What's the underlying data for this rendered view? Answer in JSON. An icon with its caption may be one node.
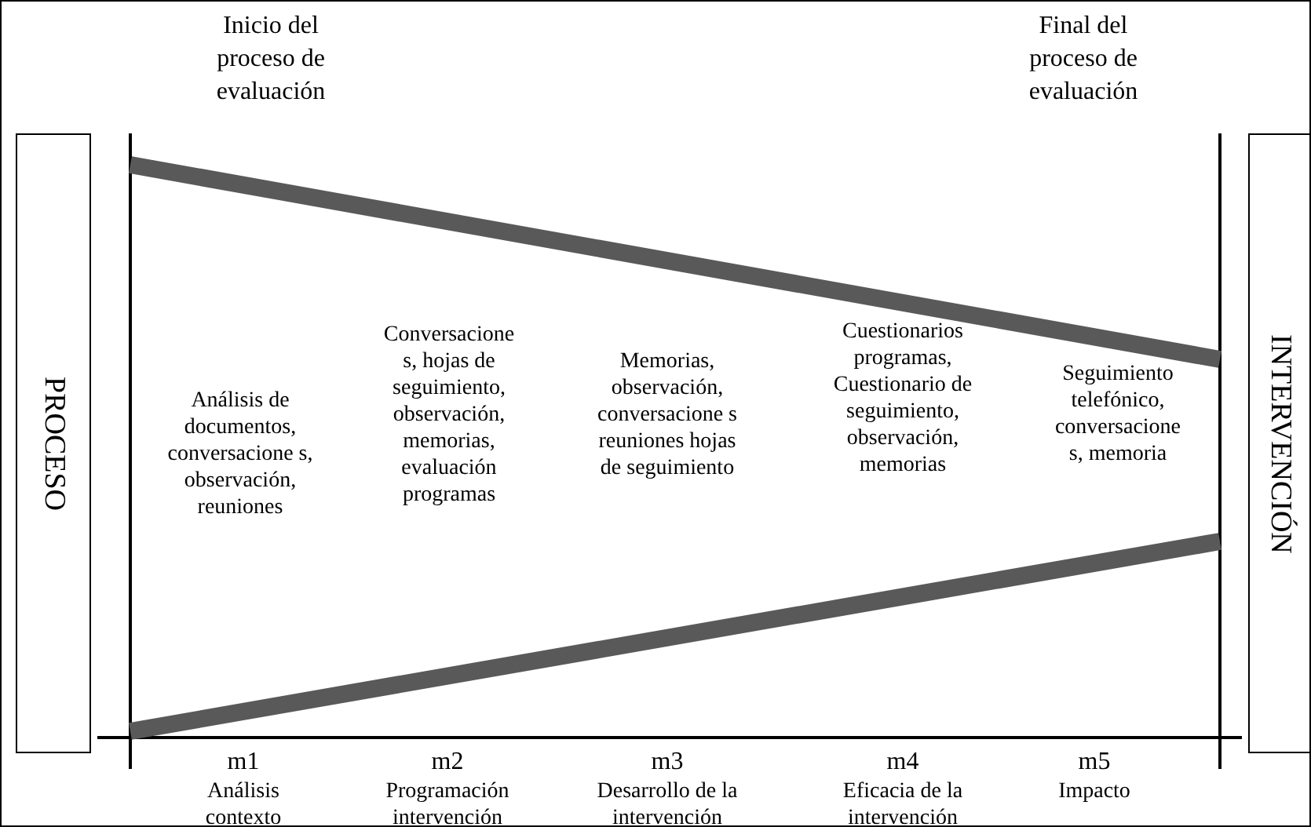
{
  "diagram": {
    "nodes": [
      {
        "text": [
          "PROCESO"
        ]
      },
      {
        "text": [
          "INTERVENCIÓN"
        ]
      }
    ],
    "edges": [],
    "labels": [
      "Inicio del proceso de evaluación",
      "Final del proceso de evaluación",
      "Análisis de documentos, conversacione s, observación, reuniones",
      "Conversacione s, hojas de seguimiento, observación, memorias, evaluación programas",
      "Memorias, observación, conversacione s reuniones hojas de seguimiento",
      "Cuestionarios programas, Cuestionario de seguimiento, observación, memorias",
      "Seguimiento telefónico, conversacione s, memoria",
      "m1",
      "Análisis contexto",
      "m2",
      "Programación intervención",
      "m3",
      "Desarrollo de la intervención",
      "m4",
      "Eficacia de la intervención",
      "m5",
      "Impacto"
    ]
  }
}
